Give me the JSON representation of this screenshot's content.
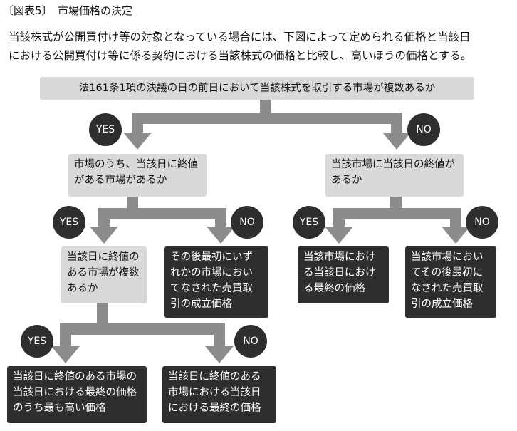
{
  "title": "〔図表5〕　市場価格の決定",
  "intro": {
    "line1": "当該株式が公開買付け等の対象となっている場合には、下図によって定められる価格と当該日",
    "line2": "における公開買付け等に係る契約における当該株式の価格と比較し、高いほうの価格とする。"
  },
  "flow": {
    "top_question": "法161条1項の決議の日の前日において当該株式を取引する市場が複数あるか",
    "yes_label": "YES",
    "no_label": "NO",
    "q_multi_market": "市場のうち、当該日に終値がある市場があるか",
    "q_single_market": "当該市場に当該日の終値があるか",
    "q_closing_multi": "当該日に終値のある市場が複数あるか",
    "r_first_later_any_market": "その後最初にいずれかの市場においてなされた売買取引の成立価格",
    "r_single_last_price": "当該市場における当該日における最終の価格",
    "r_single_first_later": "当該市場においてその後最初になされた売買取引の成立価格",
    "r_highest_last_price": "当該日に終値のある市場の当該日における最終の価格のうち最も高い価格",
    "r_market_last_price": "当該日に終値のある市場における当該日における最終の価格"
  }
}
